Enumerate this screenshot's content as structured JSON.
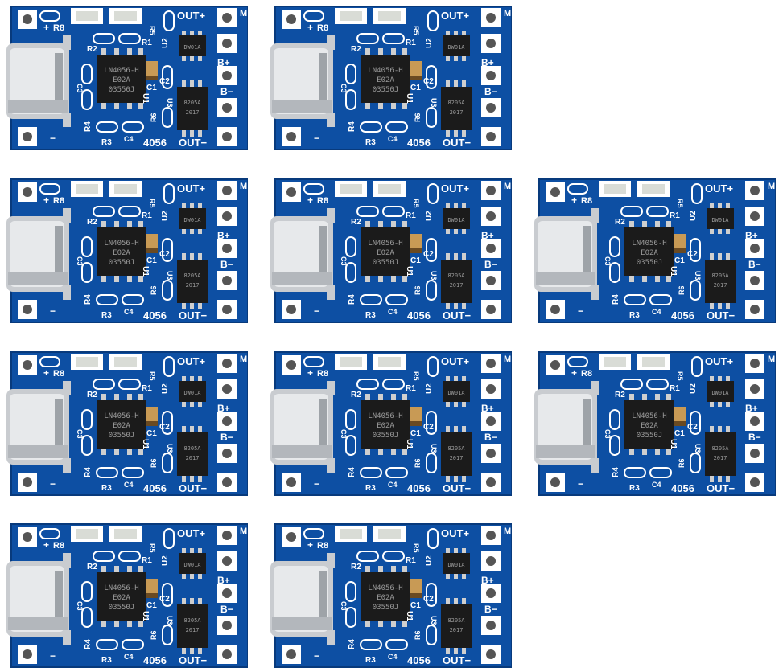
{
  "scene": {
    "background": "#ffffff",
    "board_count": 10,
    "layout_rows": [
      2,
      3,
      3,
      2
    ]
  },
  "board": {
    "colors": {
      "pcb": "#0d4fa3",
      "pcb_dark": "#083a7c",
      "silk": "#ffffff",
      "pad": "#d8d8d8",
      "chip": "#1b1b1b",
      "usb": "#c9ccd0"
    },
    "icons": [
      "usb-c-connector",
      "led",
      "resistor",
      "capacitor",
      "ic-chip",
      "solder-pad"
    ],
    "labels": {
      "plus": "+",
      "r8": "R8",
      "r5": "R5",
      "out_plus": "OUT+",
      "m": "M",
      "r2": "R2",
      "r1": "R1",
      "u2": "U2",
      "b_plus": "B+",
      "c3": "C3",
      "c1": "C1",
      "c2": "C2",
      "u1": "U1",
      "b_minus": "B−",
      "u3": "U3",
      "r6": "R6",
      "r4": "R4",
      "r3": "R3",
      "c4": "C4",
      "model": "4056",
      "out_minus": "OUT−",
      "minus": "−"
    },
    "chip_text": {
      "main_1": "LN4056-H",
      "main_2": "E02A",
      "main_3": "03550J",
      "u2": "DW01A",
      "u3_1": "8205A",
      "u3_2": "2017"
    }
  }
}
